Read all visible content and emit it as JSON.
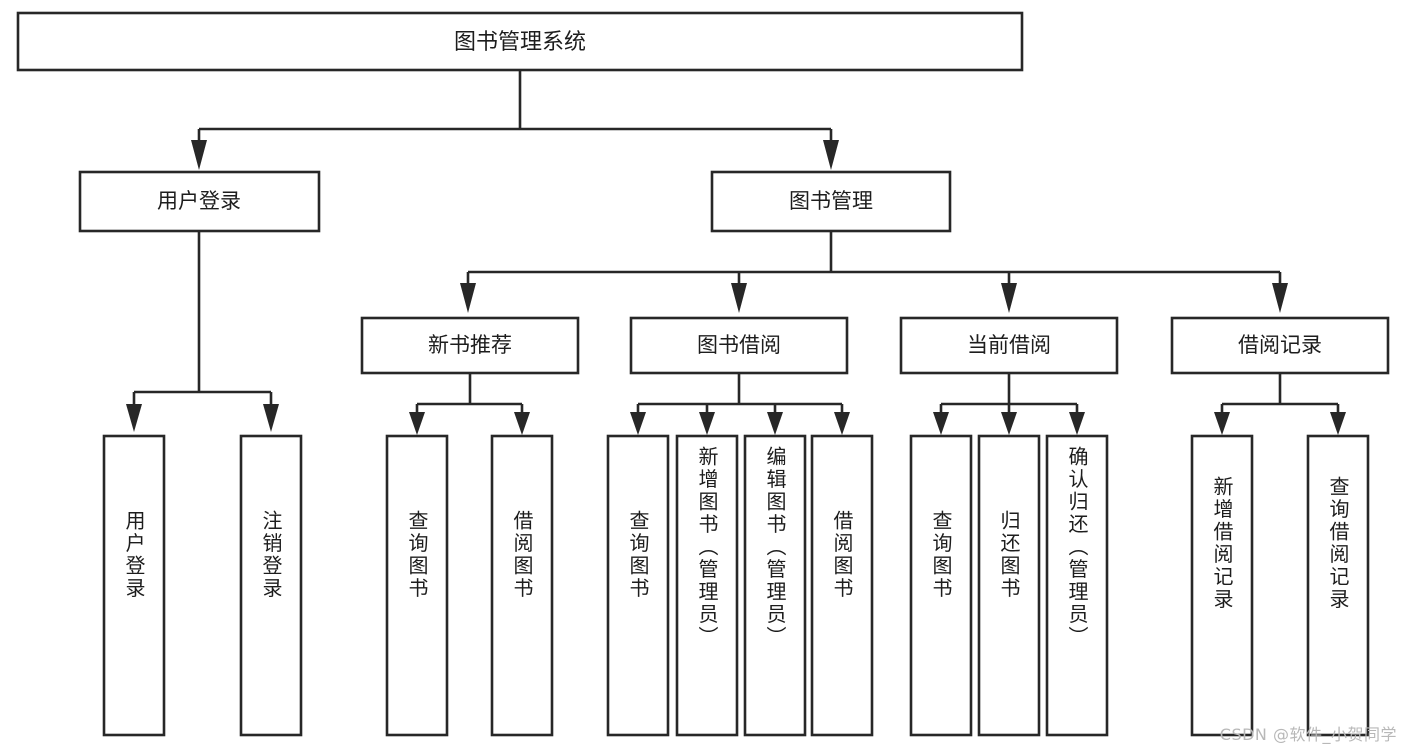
{
  "diagram": {
    "type": "tree",
    "title": "图书管理系统",
    "watermark": "CSDN @软件_小贺同学",
    "colors": {
      "stroke": "#272727",
      "fill": "#ffffff",
      "text": "#1d1d1d",
      "watermark": "#b8b8b8"
    },
    "root": {
      "label": "图书管理系统"
    },
    "level2": [
      {
        "label": "用户登录"
      },
      {
        "label": "图书管理"
      }
    ],
    "level3": [
      {
        "label": "新书推荐"
      },
      {
        "label": "图书借阅"
      },
      {
        "label": "当前借阅"
      },
      {
        "label": "借阅记录"
      }
    ],
    "leaves": {
      "user_login": [
        {
          "label": "用户登录"
        },
        {
          "label": "注销登录"
        }
      ],
      "new_book_recommend": [
        {
          "label": "查询图书"
        },
        {
          "label": "借阅图书"
        }
      ],
      "book_borrow": [
        {
          "label": "查询图书"
        },
        {
          "label": "新增图书（管理员）"
        },
        {
          "label": "编辑图书（管理员）"
        },
        {
          "label": "借阅图书"
        }
      ],
      "current_borrow": [
        {
          "label": "查询图书"
        },
        {
          "label": "归还图书"
        },
        {
          "label": "确认归还（管理员）"
        }
      ],
      "borrow_record": [
        {
          "label": "新增借阅记录"
        },
        {
          "label": "查询借阅记录"
        }
      ]
    }
  }
}
